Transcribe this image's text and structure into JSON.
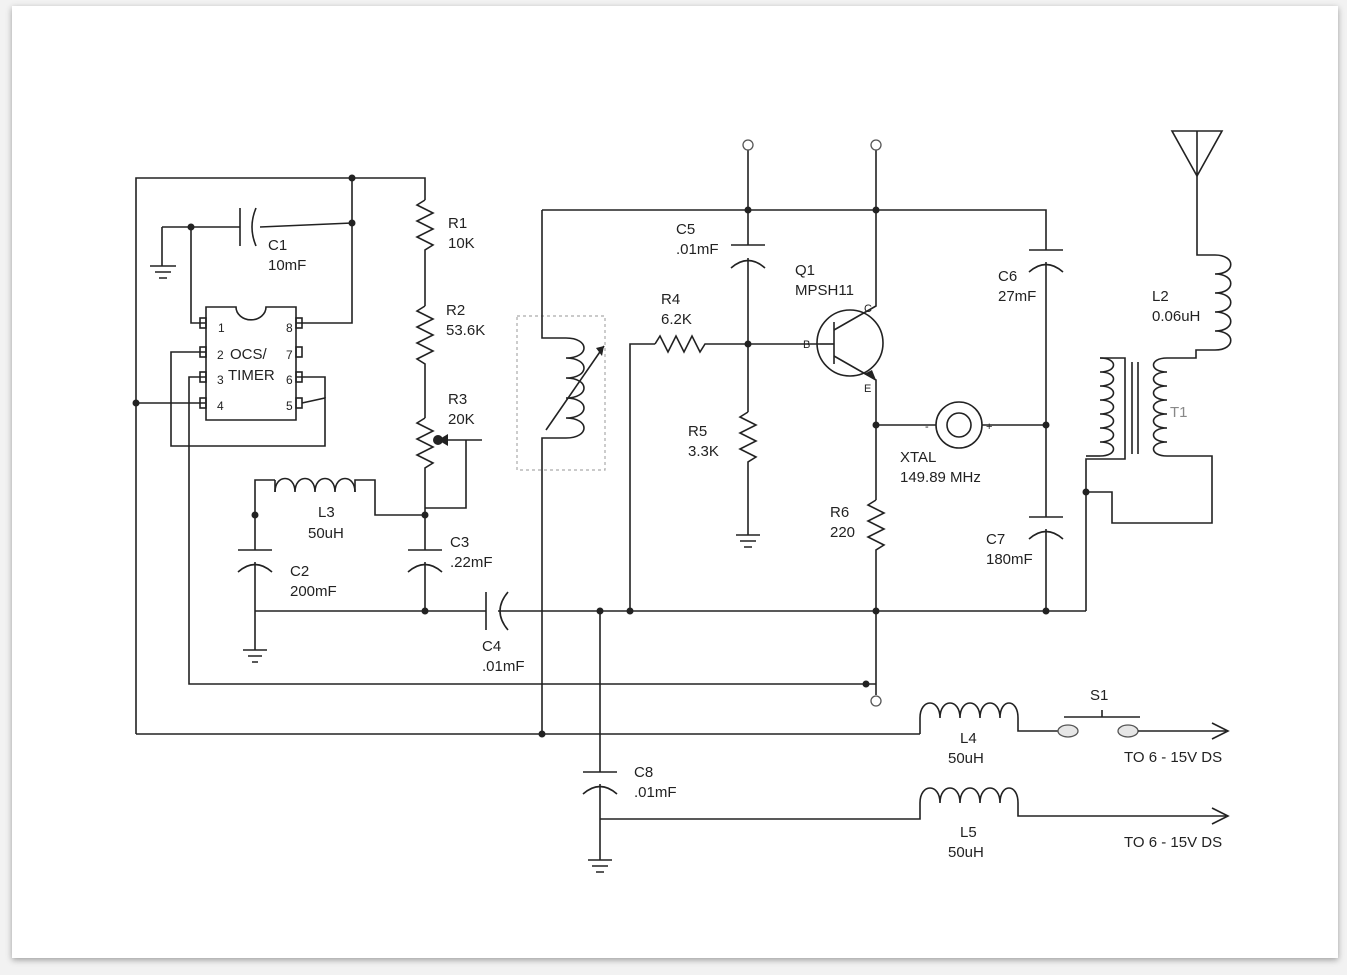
{
  "components": {
    "c1": {
      "ref": "C1",
      "value": "10mF"
    },
    "r1": {
      "ref": "R1",
      "value": "10K"
    },
    "r2": {
      "ref": "R2",
      "value": "53.6K"
    },
    "r3": {
      "ref": "R3",
      "value": "20K"
    },
    "ic": {
      "name1": "OCS/",
      "name2": "TIMER",
      "pins": [
        "1",
        "2",
        "3",
        "4",
        "5",
        "6",
        "7",
        "8"
      ]
    },
    "l3": {
      "ref": "L3",
      "value": "50uH"
    },
    "c2": {
      "ref": "C2",
      "value": "200mF"
    },
    "c3": {
      "ref": "C3",
      "value": ".22mF"
    },
    "c4": {
      "ref": "C4",
      "value": ".01mF"
    },
    "c5": {
      "ref": "C5",
      "value": ".01mF"
    },
    "r4": {
      "ref": "R4",
      "value": "6.2K"
    },
    "r5": {
      "ref": "R5",
      "value": "3.3K"
    },
    "q1": {
      "ref": "Q1",
      "value": "MPSH11",
      "pin_c": "C",
      "pin_b": "B",
      "pin_e": "E"
    },
    "r6": {
      "ref": "R6",
      "value": "220"
    },
    "xtal": {
      "ref": "XTAL",
      "value": "149.89 MHz",
      "minus": "-",
      "plus": "+"
    },
    "c6": {
      "ref": "C6",
      "value": "27mF"
    },
    "c7": {
      "ref": "C7",
      "value": "180mF"
    },
    "l2": {
      "ref": "L2",
      "value": "0.06uH"
    },
    "t1": {
      "ref": "T1"
    },
    "l4": {
      "ref": "L4",
      "value": "50uH"
    },
    "l5": {
      "ref": "L5",
      "value": "50uH"
    },
    "s1": {
      "ref": "S1"
    },
    "c8": {
      "ref": "C8",
      "value": ".01mF"
    }
  },
  "outputs": {
    "out1": "TO 6 - 15V DS",
    "out2": "TO 6 - 15V DS"
  },
  "colors": {
    "wire": "#222222",
    "terminal": "#555555",
    "variable_box": "#aaaaaa"
  }
}
